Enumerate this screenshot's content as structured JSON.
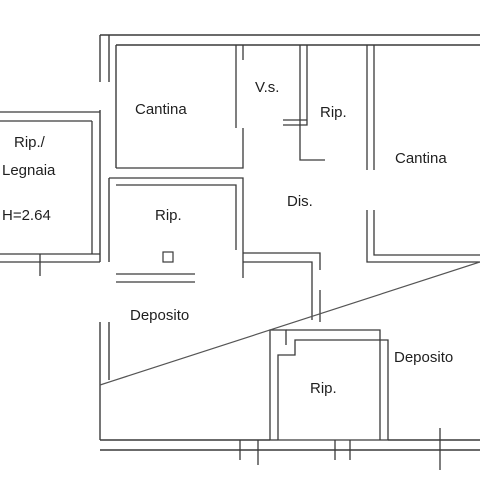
{
  "floor_plan": {
    "rooms": [
      {
        "id": "rip-legnaia",
        "lines": [
          "Rip./",
          "Legnaia",
          "H=2.64"
        ]
      },
      {
        "id": "cantina-left",
        "lines": [
          "Cantina"
        ]
      },
      {
        "id": "vs",
        "lines": [
          "V.s."
        ]
      },
      {
        "id": "rip-top",
        "lines": [
          "Rip."
        ]
      },
      {
        "id": "cantina-right",
        "lines": [
          "Cantina"
        ]
      },
      {
        "id": "rip-left",
        "lines": [
          "Rip."
        ]
      },
      {
        "id": "dis",
        "lines": [
          "Dis."
        ]
      },
      {
        "id": "deposito-left",
        "lines": [
          "Deposito"
        ]
      },
      {
        "id": "deposito-right",
        "lines": [
          "Deposito"
        ]
      },
      {
        "id": "rip-bottom",
        "lines": [
          "Rip."
        ]
      }
    ]
  },
  "colors": {
    "wall": "#3a3a3a",
    "line": "#555555",
    "text": "#1f1f1f"
  }
}
